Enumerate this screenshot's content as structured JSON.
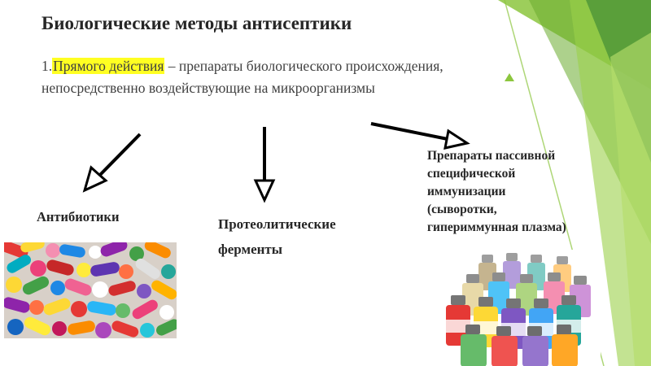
{
  "slide": {
    "title": "Биологические методы антисептики",
    "point": {
      "number": "1.",
      "highlight": "Прямого действия",
      "rest": " – препараты биологического происхождения, непосредственно воздействующие на микроорганизмы"
    },
    "branches": {
      "antibiotics": "Антибиотики",
      "enzymes_line1": "Протеолитические",
      "enzymes_line2": "ферменты",
      "immunization": [
        "Препараты пассивной",
        "специфической",
        "иммунизации",
        "(сыворотки,",
        "гипериммунная плазма)"
      ]
    }
  },
  "colors": {
    "accent_green": "#8cc63e",
    "dark_green": "#2e7d32",
    "highlight": "#ffff22"
  }
}
